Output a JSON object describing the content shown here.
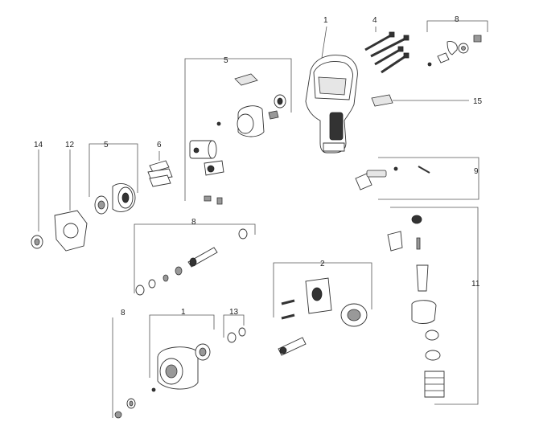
{
  "diagram": {
    "callouts": {
      "c1_top": "1",
      "c4": "4",
      "c8_top": "8",
      "c5_top": "5",
      "c15": "15",
      "c14": "14",
      "c12": "12",
      "c5_left": "5",
      "c6": "6",
      "c9": "9",
      "c8_mid": "8",
      "c11": "11",
      "c2": "2",
      "c8_bot": "8",
      "c1_bot": "1",
      "c13": "13"
    }
  }
}
